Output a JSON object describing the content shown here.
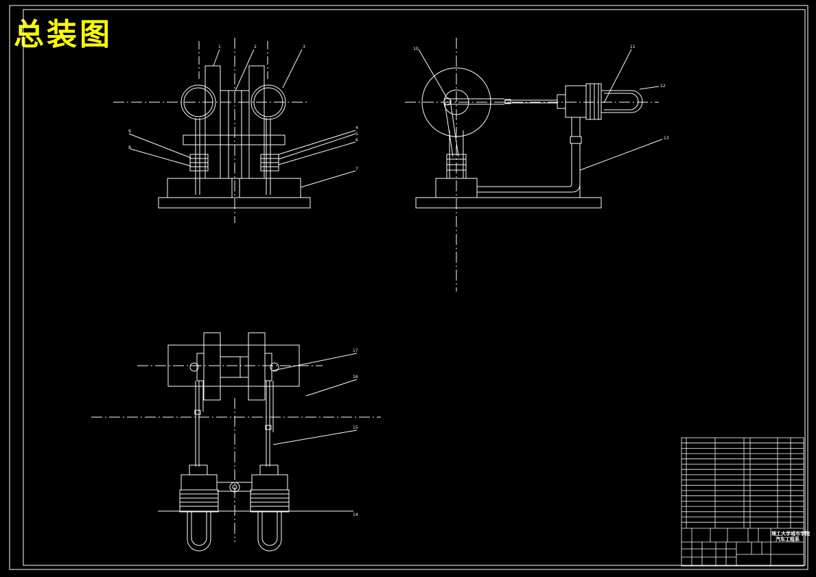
{
  "title": "总装图",
  "colors": {
    "background": "#000000",
    "lines": "#ffffff",
    "title": "#ffff00"
  },
  "part_labels": {
    "p1": "1",
    "p2": "2",
    "p3": "3",
    "p4": "4",
    "p5": "5",
    "p6": "6",
    "p7": "7",
    "p8": "8",
    "p9": "9",
    "p10": "10",
    "p11": "11",
    "p12": "12",
    "p13": "13",
    "p14": "14",
    "p15": "15",
    "p16": "16",
    "p17": "17"
  },
  "title_block": {
    "school_line1": "理工大学城市学院",
    "school_line2": "汽车工程系"
  }
}
